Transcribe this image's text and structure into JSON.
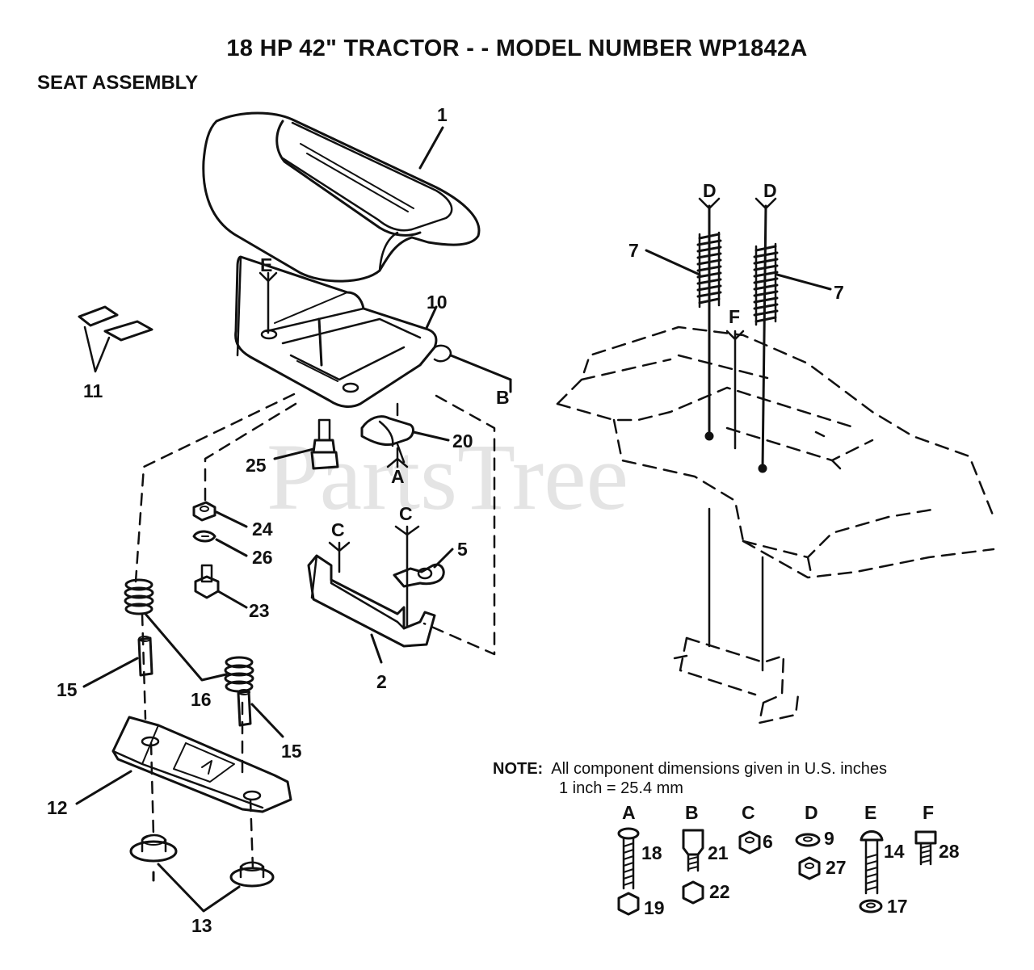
{
  "header": {
    "title": "18 HP 42\" TRACTOR - - MODEL NUMBER WP1842A",
    "subtitle": "SEAT ASSEMBLY"
  },
  "watermark": "PartsTree",
  "callouts": {
    "c1": "1",
    "c2": "2",
    "c5": "5",
    "c7a": "7",
    "c7b": "7",
    "c10": "10",
    "c11": "11",
    "c12": "12",
    "c13": "13",
    "c15a": "15",
    "c15b": "15",
    "c16": "16",
    "c20": "20",
    "c23": "23",
    "c24": "24",
    "c25": "25",
    "c26": "26"
  },
  "ref_letters": {
    "E": "E",
    "B": "B",
    "A": "A",
    "C1": "C",
    "C2": "C",
    "D1": "D",
    "D2": "D",
    "F": "F"
  },
  "note": {
    "label": "NOTE:",
    "line1": "All component dimensions given in U.S. inches",
    "line2": "1 inch = 25.4 mm"
  },
  "legend": {
    "A": "A",
    "B": "B",
    "C": "C",
    "D": "D",
    "E": "E",
    "F": "F",
    "n18": "18",
    "n19": "19",
    "n21": "21",
    "n22": "22",
    "n6": "6",
    "n9": "9",
    "n27": "27",
    "n14": "14",
    "n17": "17",
    "n28": "28"
  }
}
